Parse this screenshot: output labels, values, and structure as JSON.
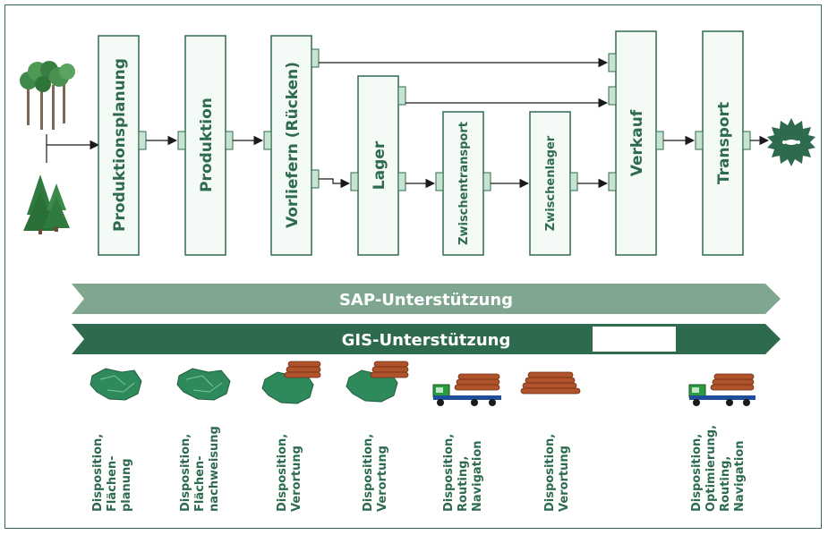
{
  "process": {
    "steps": [
      {
        "label": "Produktionsplanung"
      },
      {
        "label": "Produktion"
      },
      {
        "label": "Vorliefern (Rücken)"
      },
      {
        "label": "Lager"
      },
      {
        "label": "Zwischentransport"
      },
      {
        "label": "Zwischenlager"
      },
      {
        "label": "Verkauf"
      },
      {
        "label": "Transport"
      }
    ]
  },
  "support": {
    "sap_label": "SAP-Unterstützung",
    "gis_label": "GIS-Unterstützung"
  },
  "captions": [
    {
      "lines": [
        "Disposition,",
        "Flächen-",
        "planung"
      ],
      "icon": "area-map-icon"
    },
    {
      "lines": [
        "Disposition,",
        "Flächen-",
        "nachweisung"
      ],
      "icon": "area-map-icon"
    },
    {
      "lines": [
        "Disposition,",
        "Verortung"
      ],
      "icon": "map-with-logs-icon"
    },
    {
      "lines": [
        "Disposition,",
        "Verortung"
      ],
      "icon": "map-with-logs-icon"
    },
    {
      "lines": [
        "Disposition,",
        "Routing,",
        "Navigation"
      ],
      "icon": "log-truck-icon"
    },
    {
      "lines": [
        "Disposition,",
        "Verortung"
      ],
      "icon": "log-pile-icon"
    },
    {
      "lines": [
        "Disposition,",
        "Optimierung,",
        "Routing,",
        "Navigation"
      ],
      "icon": "log-truck-icon"
    }
  ],
  "colors": {
    "dark_green": "#2e6b4e",
    "light_green": "#7fa68f",
    "box_fill": "#f4faf6",
    "connector_fill": "#c8e3d2"
  }
}
